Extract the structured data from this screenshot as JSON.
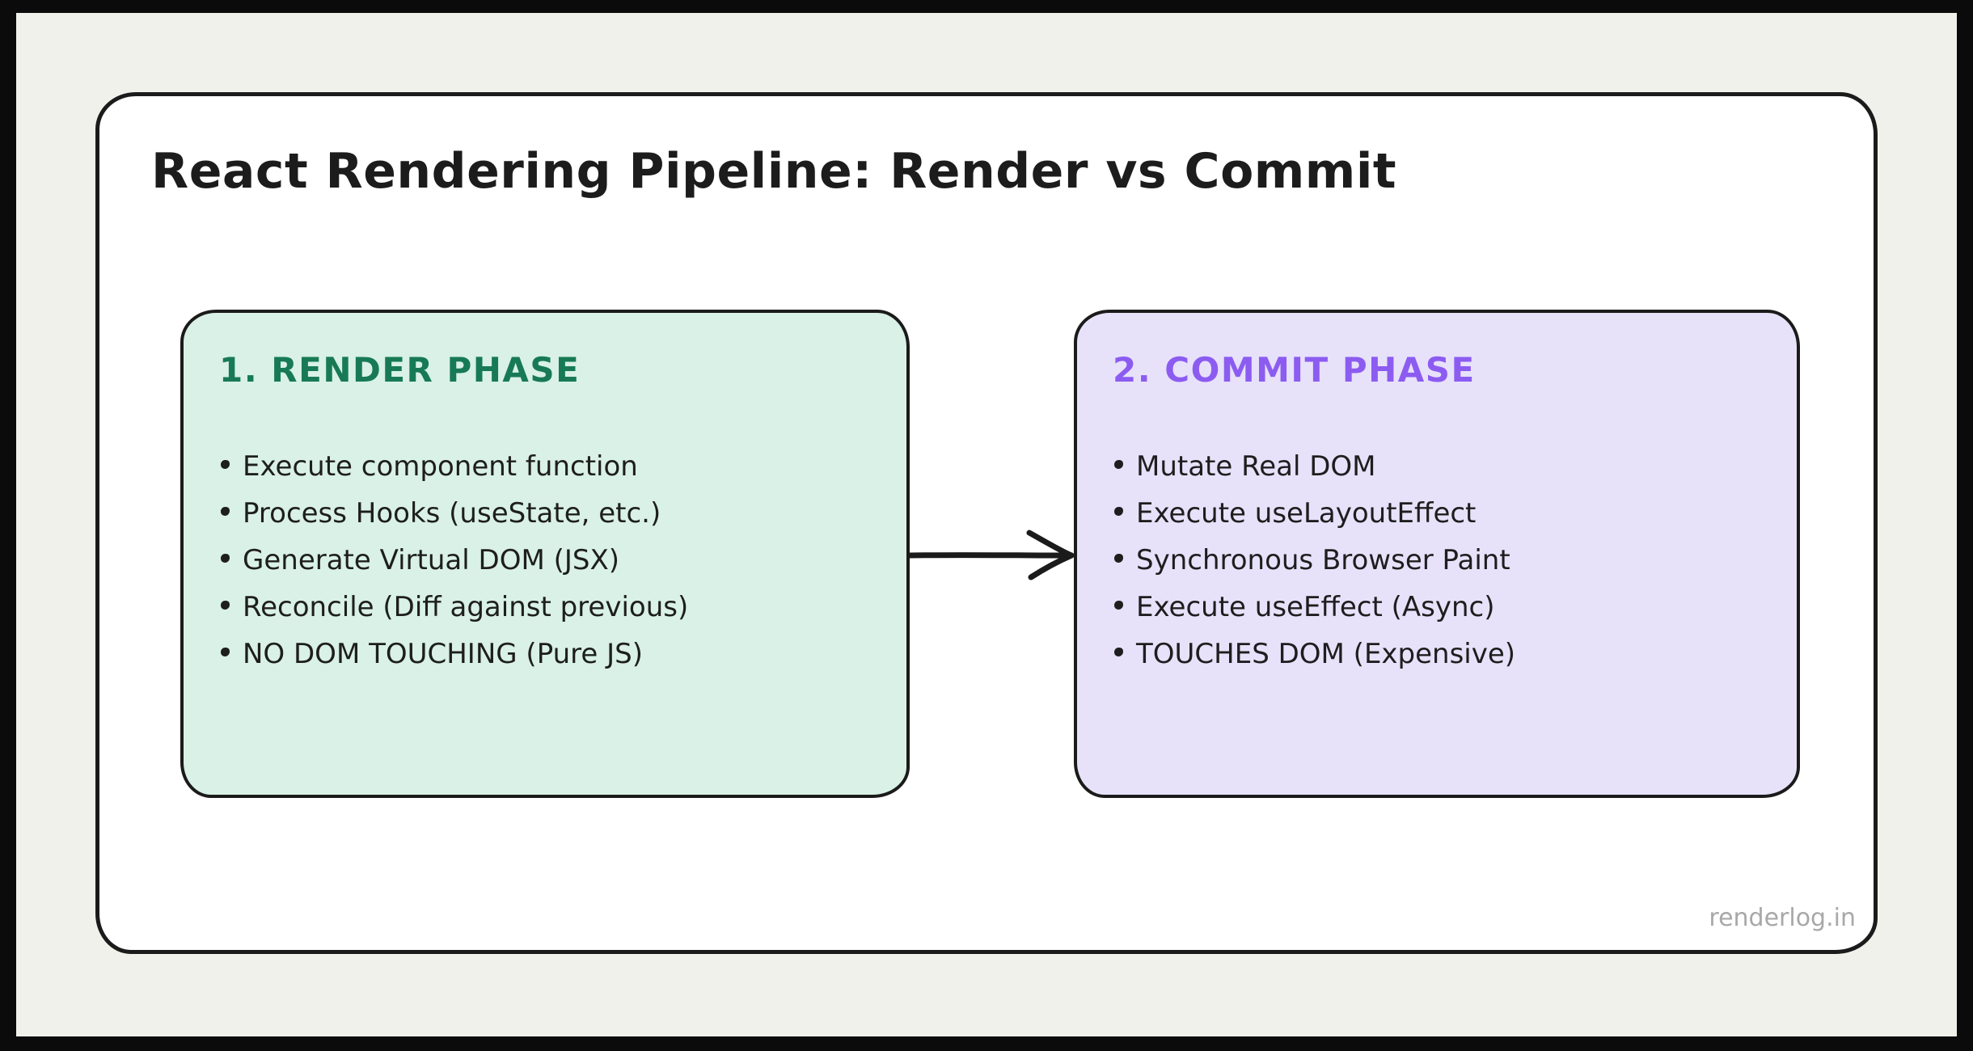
{
  "title": "React Rendering Pipeline: Render vs Commit",
  "colors": {
    "frame": "#0b0b0b",
    "page_background": "#f1f1ec",
    "card_background": "#ffffff",
    "outline": "#1b1b1b",
    "body_text": "#1e1e1e",
    "render_fill": "#d9f1e6",
    "render_heading": "#177a55",
    "commit_fill": "#e7e2fa",
    "commit_heading": "#8c5cf1",
    "watermark": "#a8a8a8"
  },
  "phases": [
    {
      "heading": "1. RENDER PHASE",
      "heading_color": "#177a55",
      "fill": "#d9f1e6",
      "items": [
        "Execute component function",
        "Process Hooks (useState, etc.)",
        "Generate Virtual DOM (JSX)",
        "Reconcile (Diff against previous)",
        "NO DOM TOUCHING (Pure JS)"
      ]
    },
    {
      "heading": "2. COMMIT PHASE",
      "heading_color": "#8c5cf1",
      "fill": "#e7e2fa",
      "items": [
        "Mutate Real DOM",
        "Execute useLayoutEffect",
        "Synchronous Browser Paint",
        "Execute useEffect (Async)",
        "TOUCHES DOM (Expensive)"
      ]
    }
  ],
  "arrow": {
    "meaning": "render phase flows into commit phase"
  },
  "watermark": "renderlog.in"
}
